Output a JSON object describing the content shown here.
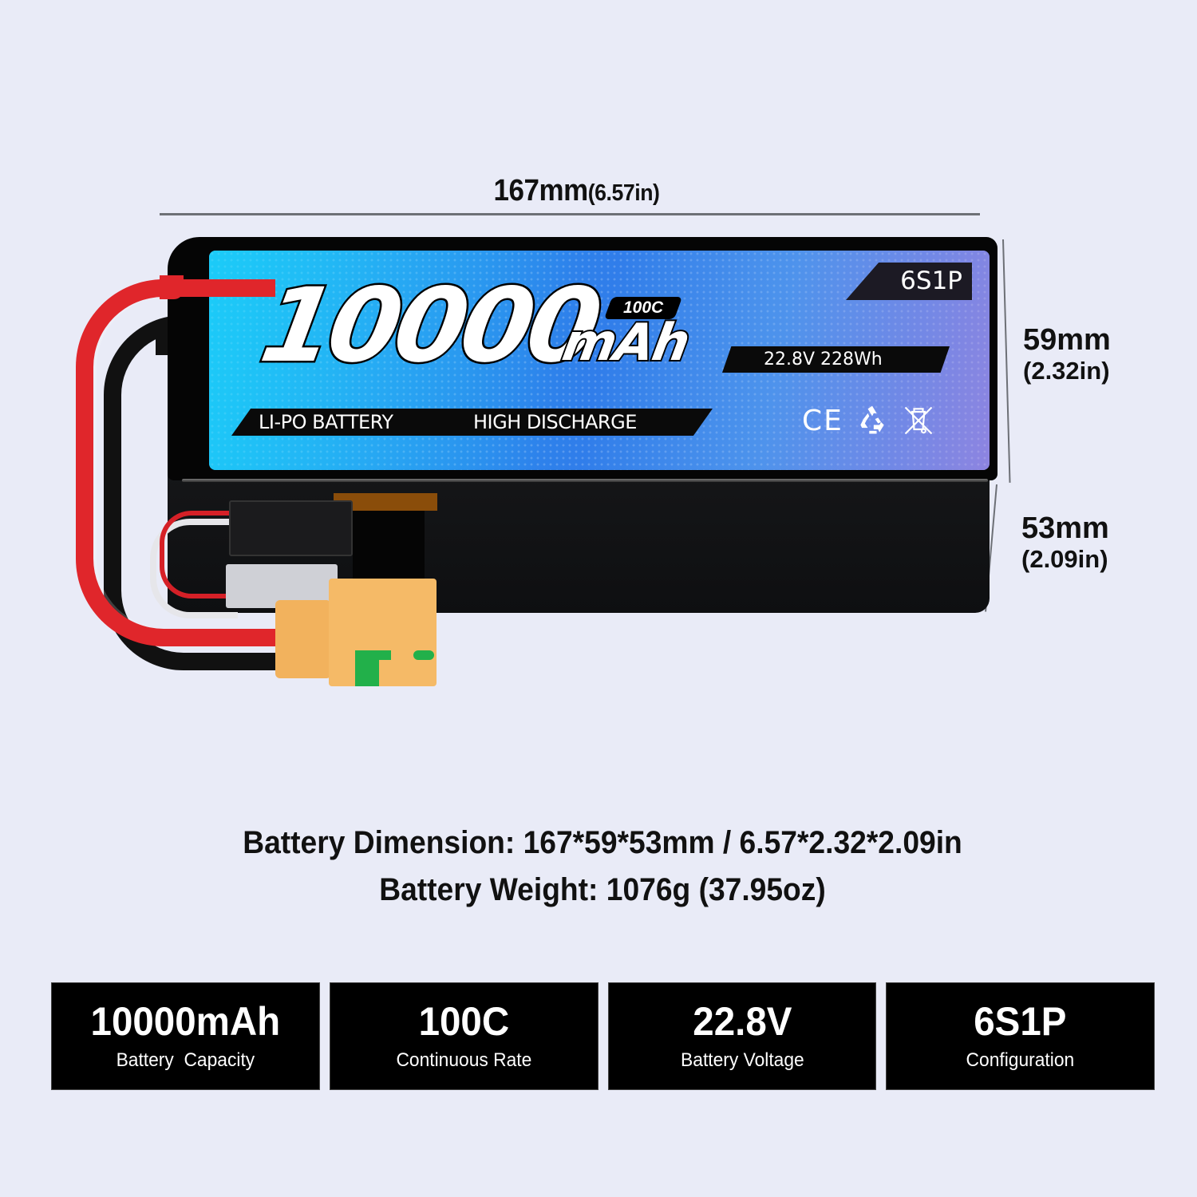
{
  "dimensions": {
    "length": {
      "mm": "167mm",
      "in": "(6.57in)"
    },
    "width": {
      "mm": "59mm",
      "in": "(2.32in)"
    },
    "height": {
      "mm": "53mm",
      "in": "(2.09in)"
    }
  },
  "battery_label": {
    "capacity_number": "10000",
    "capacity_unit": "mAh",
    "rate": "100C",
    "type": "LI-PO BATTERY",
    "feature": "HIGH DISCHARGE",
    "voltage_energy": "22.8V 228Wh",
    "configuration": "6S1P",
    "certifications": [
      "CE",
      "recycle-icon",
      "weee-crossed-bin-icon"
    ],
    "ce_mark": "CE",
    "colors": {
      "panel_start": "#27d0f5",
      "panel_mid": "#2f7ae8",
      "panel_end": "#8e86e0",
      "body": "#0e0f11",
      "cable_red": "#e0262b",
      "connector": "#f5ba67",
      "connector_mark": "#22b04a"
    }
  },
  "specs": {
    "dimension_line": "Battery Dimension: 167*59*53mm / 6.57*2.32*2.09in",
    "weight_line": "Battery Weight: 1076g (37.95oz)"
  },
  "cards": [
    {
      "value": "10000mAh",
      "caption": "Battery  Capacity"
    },
    {
      "value": "100C",
      "caption": "Continuous Rate"
    },
    {
      "value": "22.8V",
      "caption": "Battery Voltage"
    },
    {
      "value": "6S1P",
      "caption": "Configuration"
    }
  ],
  "background_color": "#e9ebf7"
}
